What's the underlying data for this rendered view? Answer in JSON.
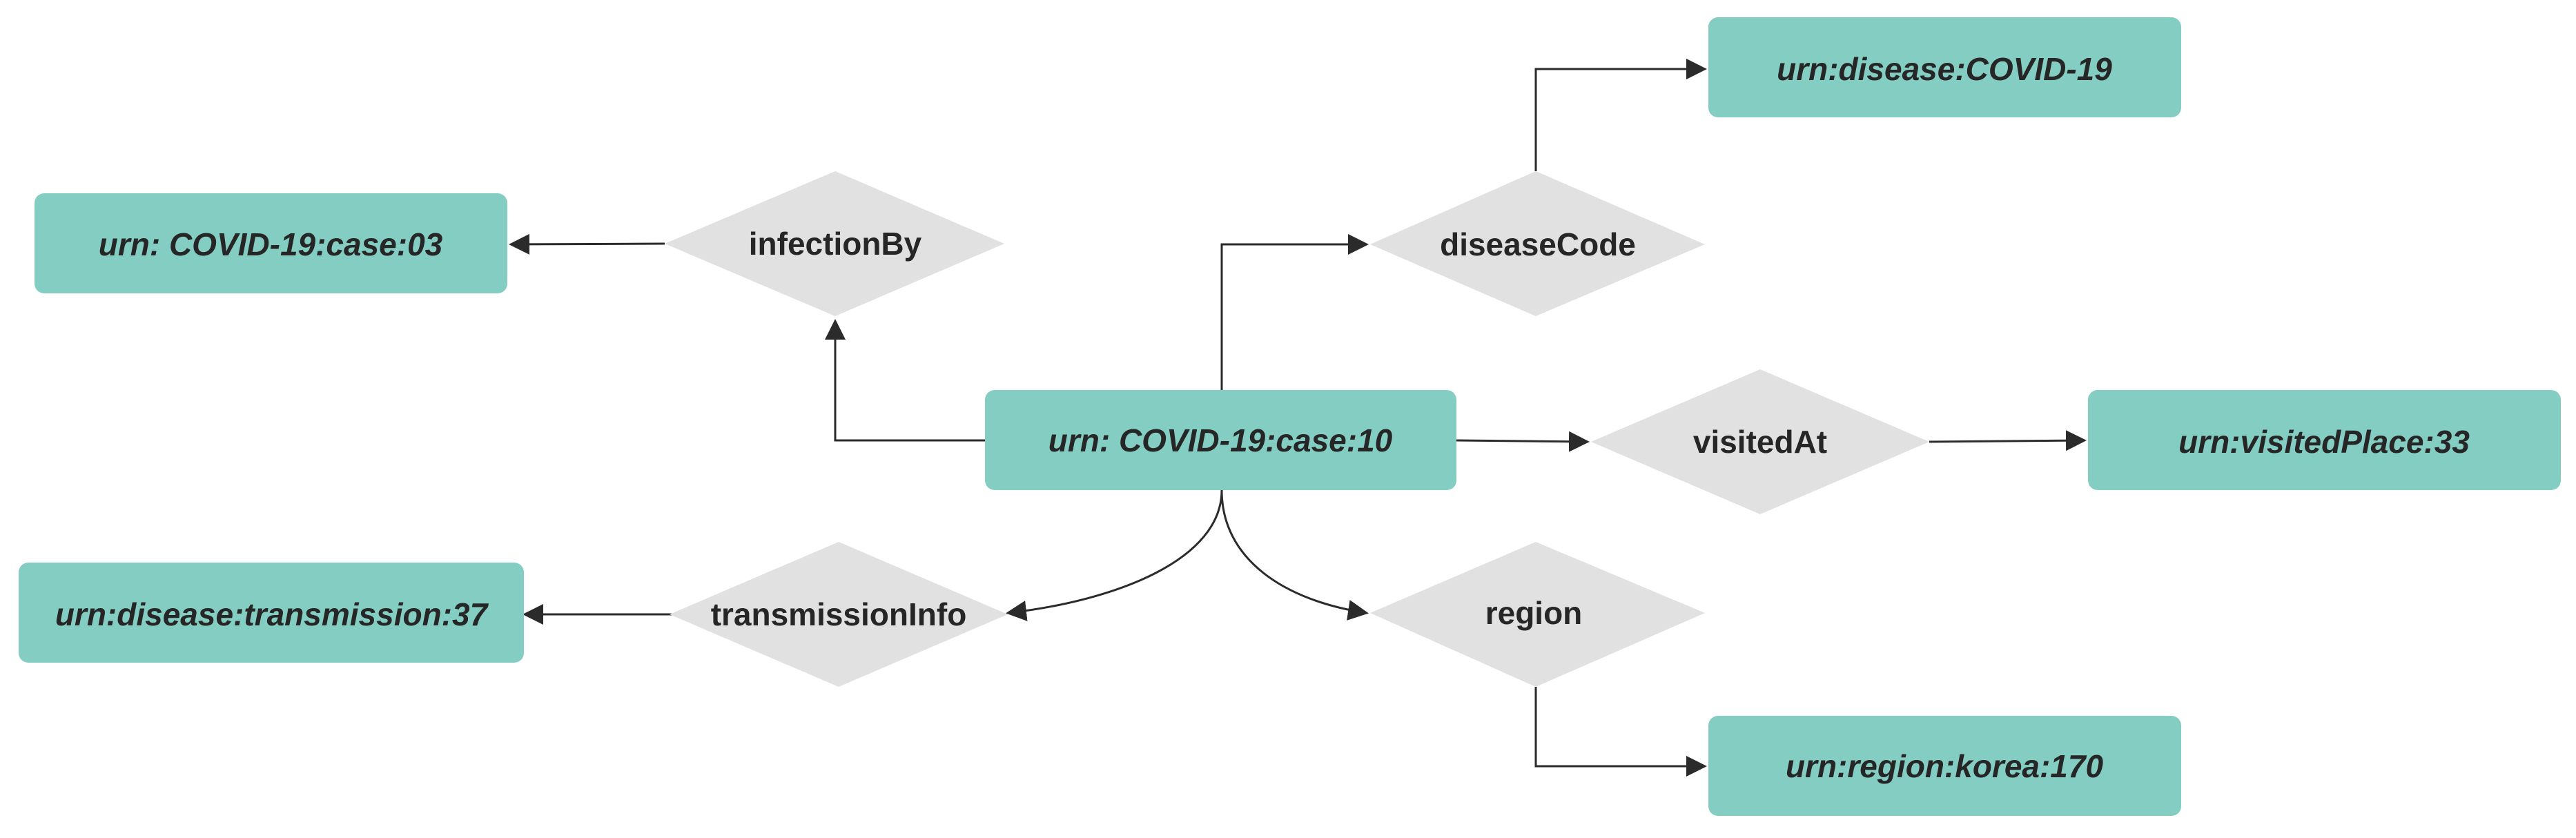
{
  "colors": {
    "entity_fill": "#84cdc3",
    "relation_fill": "#e1e1e1",
    "text": "#262626",
    "edge": "#2b2b2b"
  },
  "entities": {
    "center": "urn: COVID-19:case:10",
    "case03": "urn: COVID-19:case:03",
    "covid19": "urn:disease:COVID-19",
    "place33": "urn:visitedPlace:33",
    "transmission37": "urn:disease:transmission:37",
    "korea170": "urn:region:korea:170"
  },
  "relations": {
    "infectionBy": "infectionBy",
    "diseaseCode": "diseaseCode",
    "visitedAt": "visitedAt",
    "transmissionInfo": "transmissionInfo",
    "region": "region"
  }
}
